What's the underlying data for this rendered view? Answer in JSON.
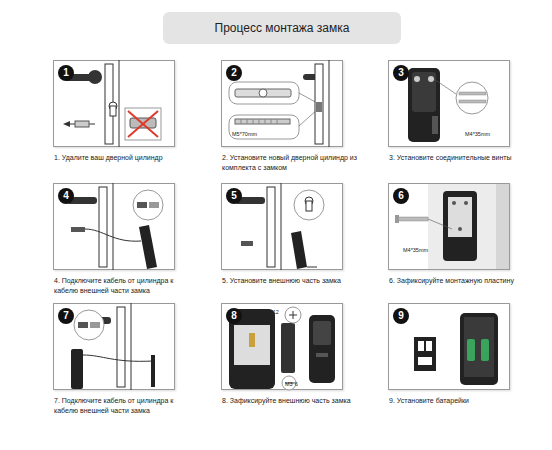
{
  "diagram": {
    "title": "Процесс монтажа замка",
    "nodes": [
      {
        "text": [
          "1. Удалите ваш дверной цилиндр"
        ]
      },
      {
        "text": [
          "1"
        ],
        "in": 0
      },
      {
        "text": [
          "2. Установите новый дверной цилиндр из комплекта с замком"
        ]
      },
      {
        "text": [
          "2"
        ],
        "in": 2
      },
      {
        "text": [
          "3. Установите соединительные винты"
        ]
      },
      {
        "text": [
          "3"
        ],
        "in": 4
      },
      {
        "text": [
          "4. Подключите кабель от цилиндра к кабелю внешней части замка"
        ]
      },
      {
        "text": [
          "4"
        ],
        "in": 6
      },
      {
        "text": [
          "5. Установите внешнюю часть замка"
        ]
      },
      {
        "text": [
          "5"
        ],
        "in": 8
      },
      {
        "text": [
          "6. Зафиксируйте монтажную пластину"
        ]
      },
      {
        "text": [
          "6"
        ],
        "in": 10
      },
      {
        "text": [
          "7. Подключите кабель от цилиндра к кабелю внешней части замка"
        ]
      },
      {
        "text": [
          "7"
        ],
        "in": 12
      },
      {
        "text": [
          "8. Зафиксируйте внешнюю часть замка"
        ]
      },
      {
        "text": [
          "8"
        ],
        "in": 14
      },
      {
        "text": [
          "9. Установите батарейки"
        ]
      },
      {
        "text": [
          "9"
        ],
        "in": 16
      }
    ],
    "edges": [],
    "labels": [
      "M5*70mm",
      "M4*35mm",
      "M4*35mm",
      "M4*12",
      "M3*6"
    ]
  }
}
